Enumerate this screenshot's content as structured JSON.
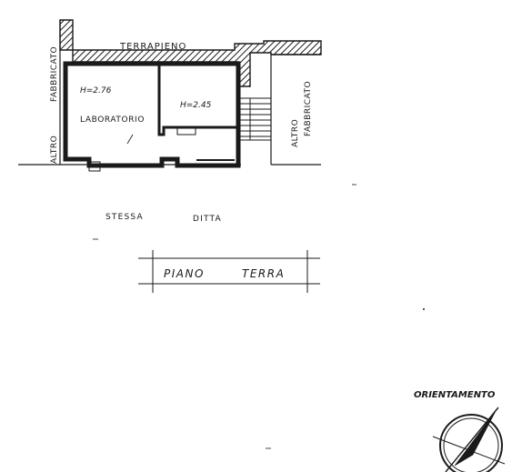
{
  "plan": {
    "top_label": "TERRAPIENO",
    "left_label_1": "FABBRICATO",
    "left_label_2": "ALTRO",
    "right_label_1": "ALTRO",
    "right_label_2": "FABBRICATO",
    "room_name": "LABORATORIO",
    "height_room_1": "H=2.76",
    "height_room_2": "H=2.45",
    "below_label_1": "STESSA",
    "below_label_2": "DITTA"
  },
  "title_box": {
    "label_1": "PIANO",
    "label_2": "TERRA"
  },
  "orientation": {
    "label": "ORIENTAMENTO"
  },
  "colors": {
    "ink": "#1a1a1a",
    "paper": "#ffffff"
  }
}
